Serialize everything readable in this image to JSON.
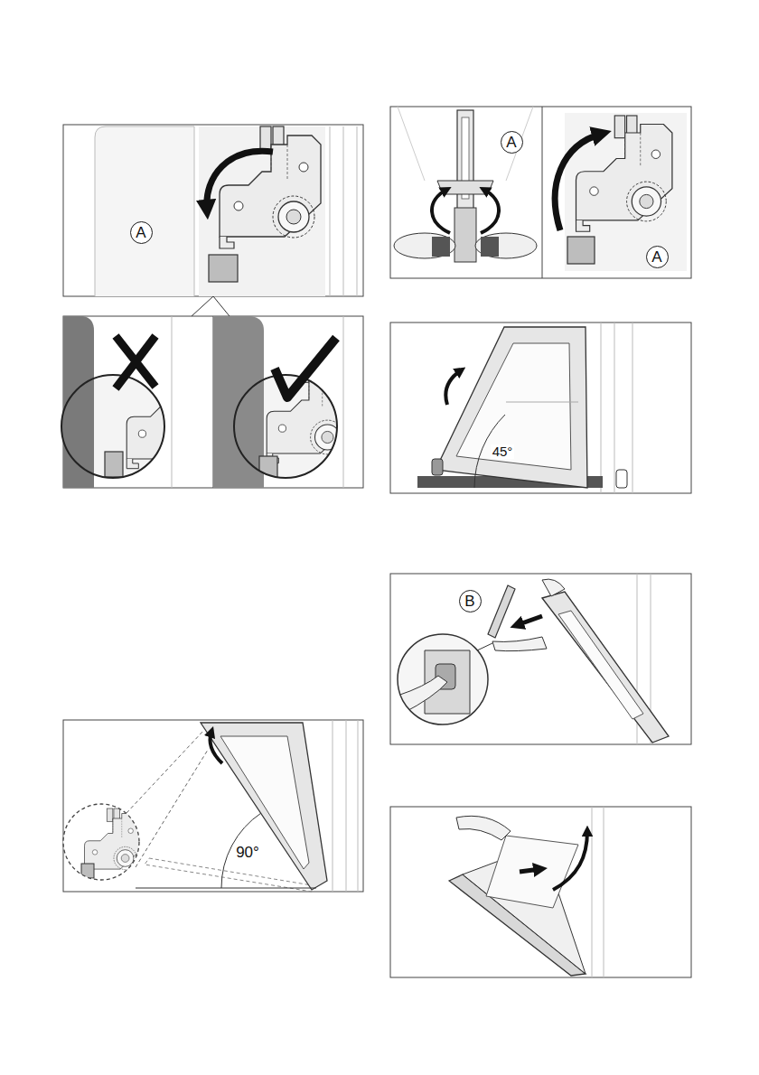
{
  "diagram": {
    "nodes": [
      {
        "text": [
          "A"
        ]
      },
      {
        "text": [
          "A"
        ]
      },
      {
        "text": [
          "A"
        ]
      },
      {
        "text": [
          "B"
        ]
      }
    ],
    "labels": [
      "45°",
      "90°"
    ]
  }
}
